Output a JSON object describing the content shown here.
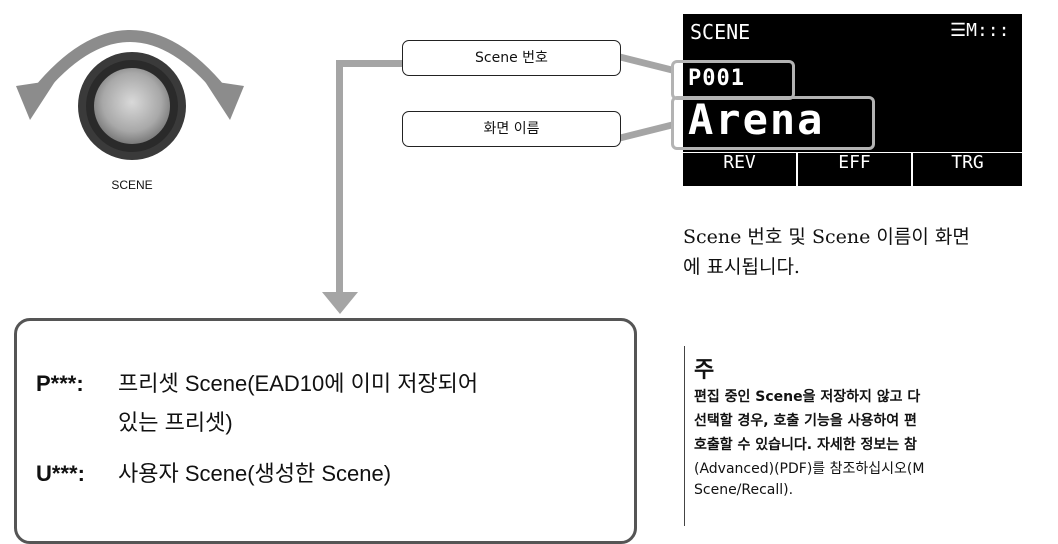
{
  "knob": {
    "label": "SCENE"
  },
  "callouts": {
    "scene_number": "Scene 번호",
    "screen_name": "화면 이름"
  },
  "lcd": {
    "header": "SCENE",
    "status_icon": "☰M:::",
    "scene_number": "P001",
    "scene_name": "Arena",
    "tabs": [
      "REV",
      "EFF",
      "TRG"
    ]
  },
  "lcd_caption": {
    "line1": "Scene 번호 및 Scene 이름이 화면",
    "line2": "에 표시됩니다."
  },
  "types": [
    {
      "code": "P***:",
      "desc_line1": "프리셋 Scene(EAD10에 이미 저장되어",
      "desc_line2": "있는 프리셋)"
    },
    {
      "code": "U***:",
      "desc_line1": "사용자 Scene(생성한 Scene)",
      "desc_line2": ""
    }
  ],
  "note": {
    "title": "주",
    "lines": [
      "편집 중인 Scene을 저장하지 않고 다",
      "선택할 경우, 호출 기능을 사용하여 편",
      "호출할 수 있습니다. 자세한 정보는 참",
      "(Advanced)(PDF)를 참조하십시오(M",
      "Scene/Recall)."
    ]
  },
  "colors": {
    "arrow_gray": "#8c8c8c",
    "connector_gray": "#a5a5a5",
    "highlight_gray": "#b3b3b3",
    "lcd_bg": "#000000",
    "knob_dark": "#3a3a3a"
  }
}
